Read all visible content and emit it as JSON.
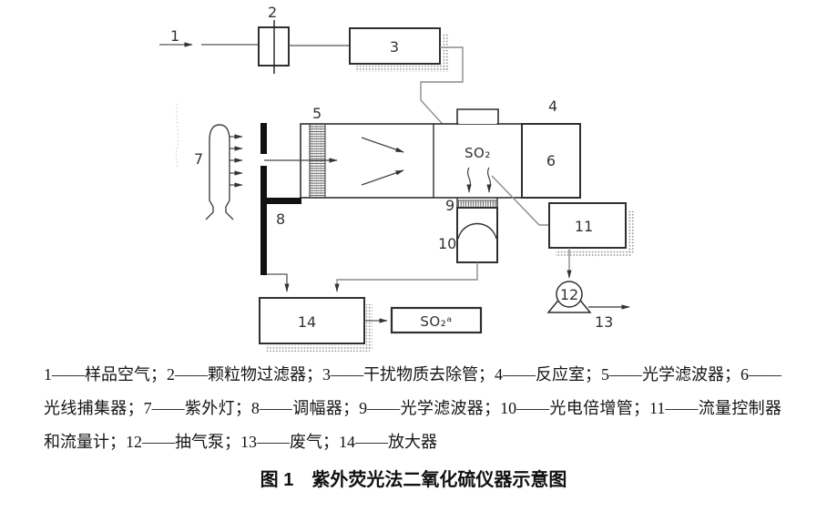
{
  "figure_caption": "图 1　紫外荧光法二氧化硫仪器示意图",
  "legend": {
    "lines": [
      "1——样品空气；2——颗粒物过滤器；3——干扰物质去除管；4——反应室；5——光学滤波器；6——",
      "光线捕集器；7——紫外灯；8——调幅器；9——光学滤波器；10——光电倍增管；11——流量控制器",
      "和流量计；12——抽气泵；13——废气；14——放大器"
    ]
  },
  "diagram": {
    "labels": {
      "c1": "1",
      "c2": "2",
      "c3": "3",
      "c4": "4",
      "c5": "5",
      "c6": "6",
      "c7": "7",
      "c8": "8",
      "c9": "9",
      "c10": "10",
      "c11": "11",
      "c12": "12",
      "c13": "13",
      "c14": "14"
    },
    "chamber_gas_label": "SO₂",
    "output_signal_label": "SO₂ᵃ"
  },
  "colors": {
    "ink": "#1a1a1a",
    "structure": "#2f2f2f",
    "pipe": "#8c8c8c",
    "stipple": "#8a8a8a"
  }
}
